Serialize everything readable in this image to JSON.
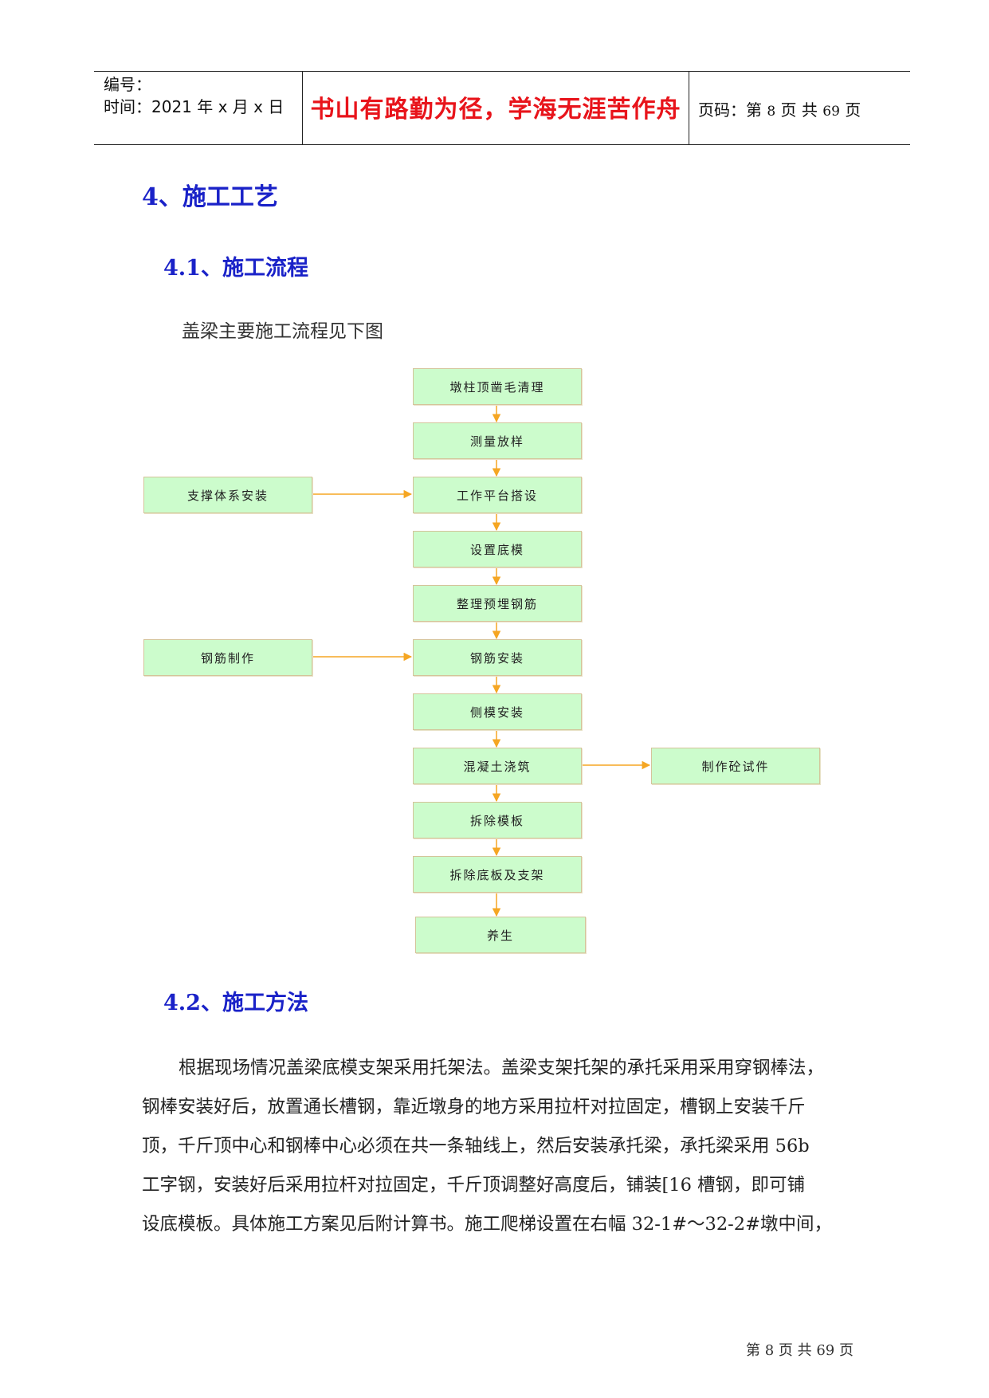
{
  "header": {
    "number_label": "编号：",
    "time_label": "时间：2021 年 x 月 x 日",
    "motto": "书山有路勤为径，学海无涯苦作舟",
    "page_prefix": "页码：第",
    "page_current": "8",
    "page_mid": "页  共",
    "page_total": "69",
    "page_suffix": "页"
  },
  "section": {
    "title": "4、施工工艺",
    "sub1_title": "4.1、施工流程",
    "intro": "盖梁主要施工流程见下图",
    "sub2_title": "4.2、施工方法"
  },
  "flowchart": {
    "main_steps": [
      "墩柱顶凿毛清理",
      "测量放样",
      "工作平台搭设",
      "设置底模",
      "整理预埋钢筋",
      "钢筋安装",
      "侧模安装",
      "混凝土浇筑",
      "拆除模板",
      "拆除底板及支架",
      "养生"
    ],
    "side_steps": {
      "support": "支撑体系安装",
      "rebar": "钢筋制作",
      "specimen": "制作砼试件"
    },
    "colors": {
      "box_fill": "#ccfccc",
      "box_border": "#d4c49a",
      "arrow": "#f5a623"
    }
  },
  "paragraph": [
    "根据现场情况盖梁底模支架采用托架法。盖梁支架托架的承托采用采用穿钢棒法，",
    "钢棒安装好后，放置通长槽钢，靠近墩身的地方采用拉杆对拉固定，槽钢上安装千斤",
    "顶，千斤顶中心和钢棒中心必须在共一条轴线上，然后安装承托梁，承托梁采用 56b",
    "工字钢，安装好后采用拉杆对拉固定，千斤顶调整好高度后，铺装[16 槽钢，即可铺",
    "设底模板。具体施工方案见后附计算书。施工爬梯设置在右幅 32-1#～32-2#墩中间，"
  ],
  "footer": "第 8 页 共 69 页"
}
